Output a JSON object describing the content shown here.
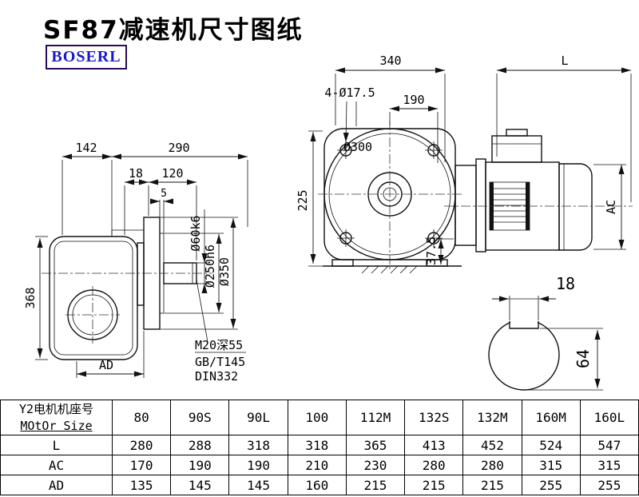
{
  "title": "SF87减速机尺寸图纸",
  "logo": "BOSERL",
  "colors": {
    "logo_text": "#1a1acb",
    "logo_border": "#2b0a57",
    "line": "#111111"
  },
  "side_view": {
    "dim_142": "142",
    "dim_290": "290",
    "dim_18": "18",
    "dim_120": "120",
    "dim_5": "5",
    "dim_368": "368",
    "dim_ad": "AD",
    "dia_60": "Ø60k6",
    "dia_250": "Ø250h6",
    "dia_350": "Ø350",
    "note_line1": "M20深55",
    "note_line2": "GB/T145",
    "note_line3": "DIN332"
  },
  "front_view": {
    "dim_340": "340",
    "dim_L": "L",
    "dim_holes": "4-Ø17.5",
    "dim_190": "190",
    "dia_300": "Ø300",
    "dim_225": "225",
    "dim_375": "37.5",
    "dim_ac": "AC"
  },
  "shaft_section": {
    "dim_18": "18",
    "dim_64": "64"
  },
  "table": {
    "header_label_cn": "Y2电机机座号",
    "header_label_en": "MOtOr Size",
    "columns": [
      "80",
      "90S",
      "90L",
      "100",
      "112M",
      "132S",
      "132M",
      "160M",
      "160L"
    ],
    "rows": [
      {
        "label": "L",
        "values": [
          "280",
          "288",
          "318",
          "318",
          "365",
          "413",
          "452",
          "524",
          "547"
        ]
      },
      {
        "label": "AC",
        "values": [
          "170",
          "190",
          "190",
          "210",
          "230",
          "280",
          "280",
          "315",
          "315"
        ]
      },
      {
        "label": "AD",
        "values": [
          "135",
          "145",
          "145",
          "160",
          "215",
          "215",
          "215",
          "255",
          "255"
        ]
      }
    ]
  }
}
